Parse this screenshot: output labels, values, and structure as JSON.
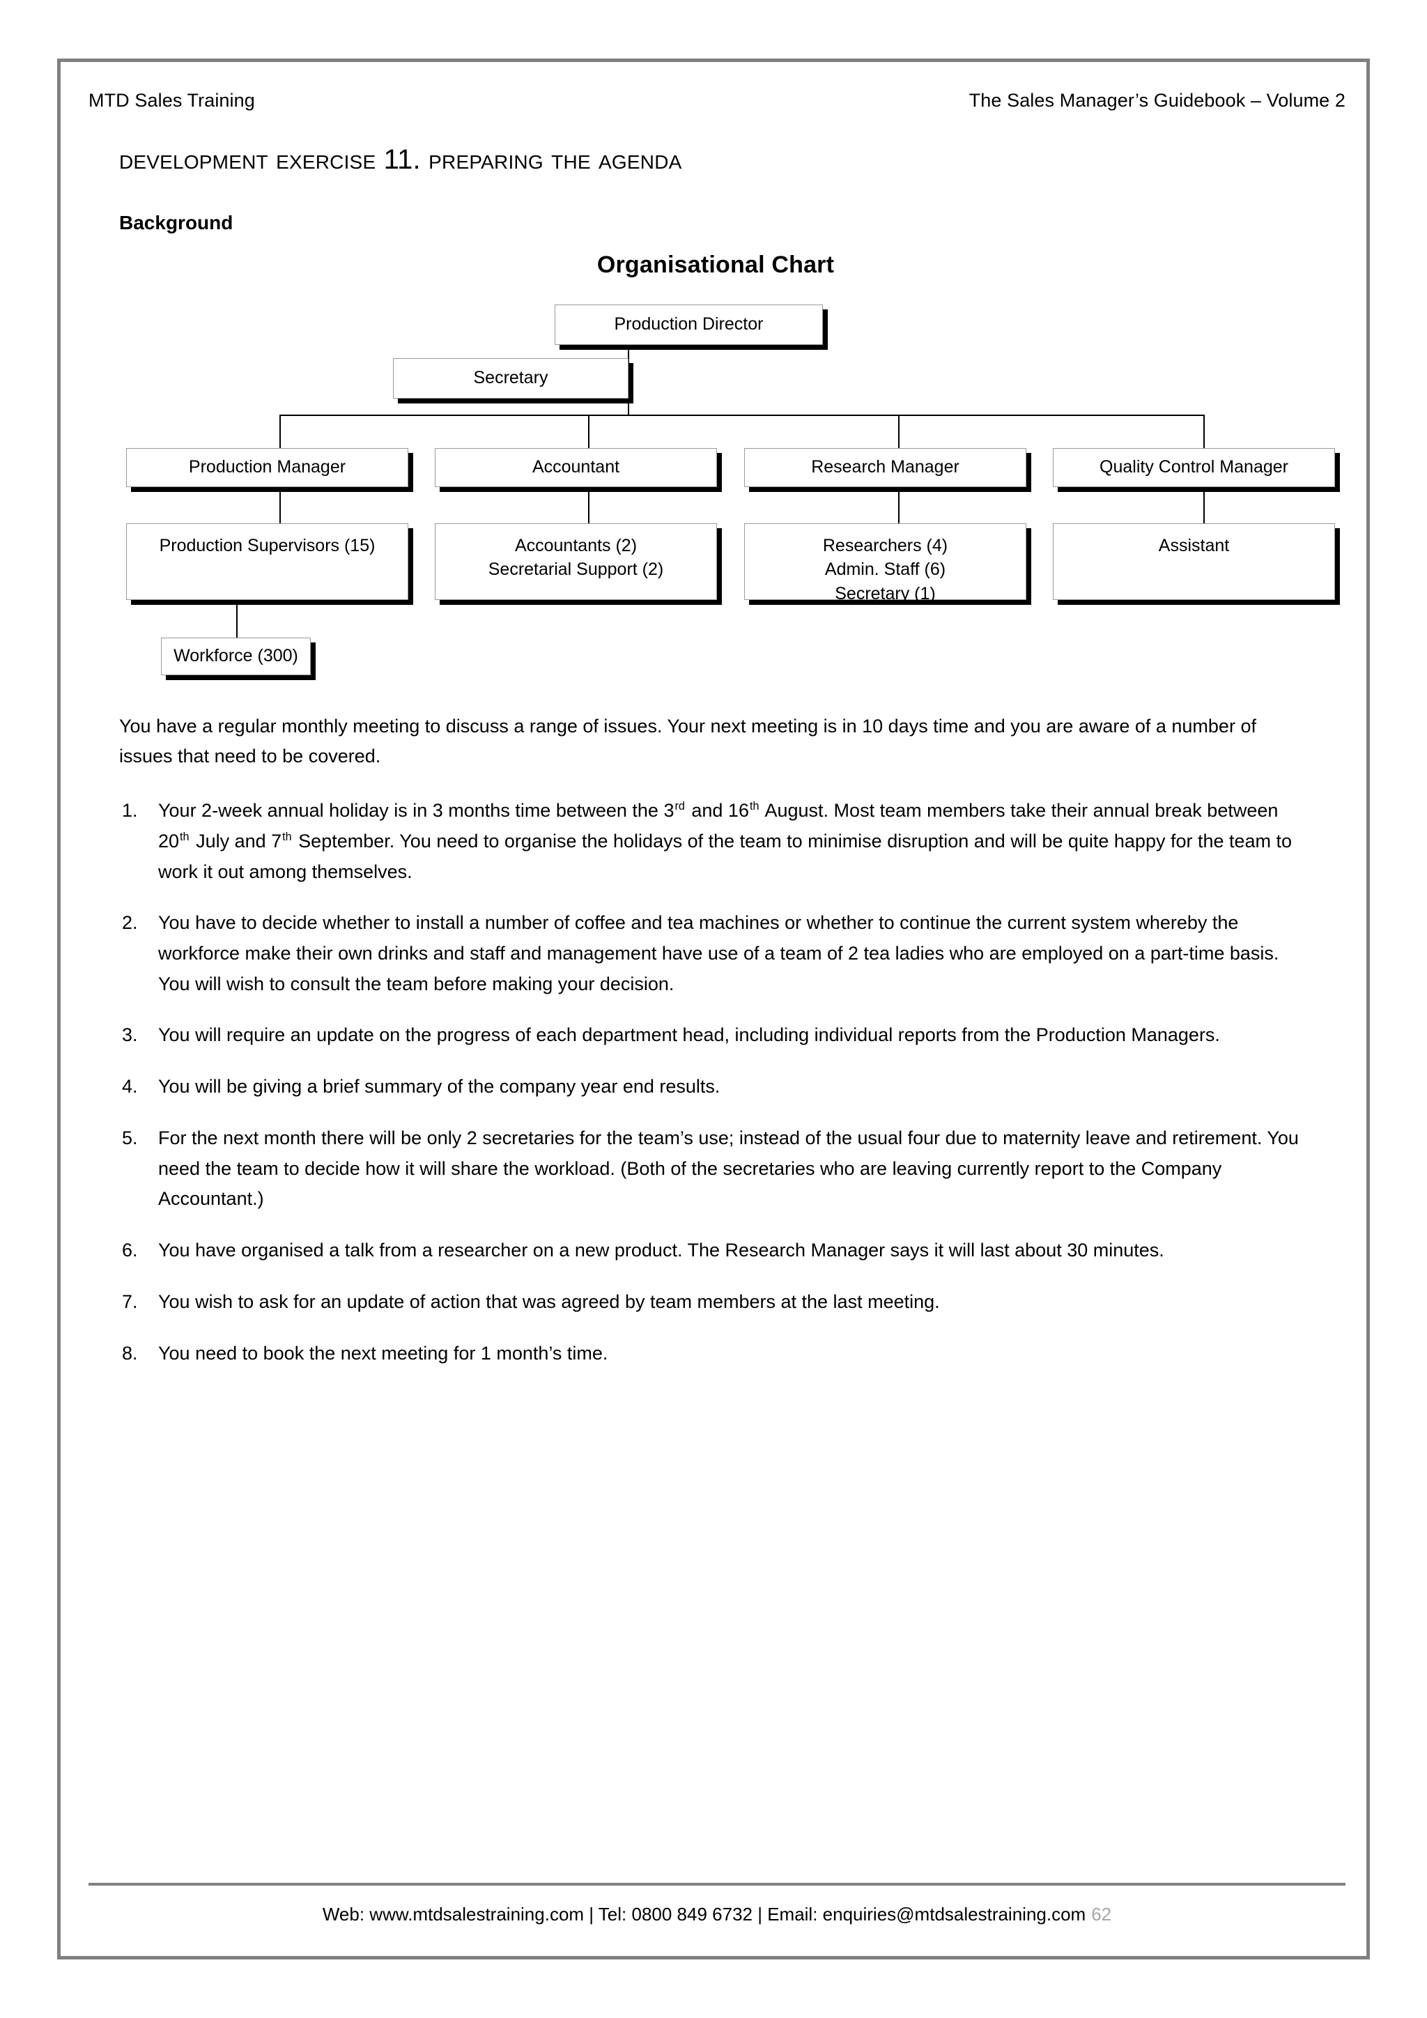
{
  "header": {
    "left": "MTD Sales Training",
    "right": "The Sales Manager’s Guidebook – Volume 2"
  },
  "exercise": {
    "title": "Development exercise 11. Preparing the Agenda",
    "background_heading": "Background"
  },
  "chart_data": {
    "type": "diagram",
    "title": "Organisational Chart",
    "nodes": [
      {
        "id": "production-director",
        "label": "Production Director",
        "level": 0
      },
      {
        "id": "secretary",
        "label": "Secretary",
        "level": 0,
        "role": "staff"
      },
      {
        "id": "production-manager",
        "label": "Production Manager",
        "level": 1
      },
      {
        "id": "accountant",
        "label": "Accountant",
        "level": 1
      },
      {
        "id": "research-manager",
        "label": "Research Manager",
        "level": 1
      },
      {
        "id": "quality-control-manager",
        "label": "Quality Control Manager",
        "level": 1
      },
      {
        "id": "production-supervisors",
        "lines": [
          "Production Supervisors (15)"
        ],
        "level": 2
      },
      {
        "id": "accountants-support",
        "lines": [
          "Accountants (2)",
          "Secretarial Support (2)"
        ],
        "level": 2
      },
      {
        "id": "research-staff",
        "lines": [
          "Researchers (4)",
          "Admin. Staff (6)",
          "Secretary (1)"
        ],
        "level": 2
      },
      {
        "id": "assistant",
        "lines": [
          "Assistant"
        ],
        "level": 2
      },
      {
        "id": "workforce",
        "label": "Workforce (300)",
        "level": 3
      }
    ],
    "edges": [
      {
        "from": "production-director",
        "to": "secretary"
      },
      {
        "from": "production-director",
        "to": "production-manager"
      },
      {
        "from": "production-director",
        "to": "accountant"
      },
      {
        "from": "production-director",
        "to": "research-manager"
      },
      {
        "from": "production-director",
        "to": "quality-control-manager"
      },
      {
        "from": "production-manager",
        "to": "production-supervisors"
      },
      {
        "from": "accountant",
        "to": "accountants-support"
      },
      {
        "from": "research-manager",
        "to": "research-staff"
      },
      {
        "from": "quality-control-manager",
        "to": "assistant"
      },
      {
        "from": "production-supervisors",
        "to": "workforce"
      }
    ]
  },
  "boxes": {
    "production_director": "Production Director",
    "secretary": "Secretary",
    "production_manager": "Production Manager",
    "accountant": "Accountant",
    "research_manager": "Research Manager",
    "quality_control_manager": "Quality Control Manager",
    "production_supervisors": "Production Supervisors (15)",
    "accountants": "Accountants (2)",
    "secretarial_support": "Secretarial Support (2)",
    "researchers": "Researchers (4)",
    "admin_staff": "Admin. Staff (6)",
    "research_secretary": "Secretary (1)",
    "assistant": "Assistant",
    "workforce": "Workforce (300)"
  },
  "intro_paragraph": "You have a regular monthly meeting to discuss a range of issues. Your next meeting is in 10 days time and you are aware of a number of issues that need to be covered.",
  "issues": {
    "item1": {
      "a": "Your 2-week annual holiday is in 3 months time between the 3",
      "sup1": "rd",
      "b": " and 16",
      "sup2": "th",
      "c": " August. Most team members take their annual break between 20",
      "sup3": "th",
      "d": " July and 7",
      "sup4": "th",
      "e": " September. You need to organise the holidays of the team to minimise disruption and will be quite happy for the team to work it out among themselves."
    },
    "item2": "You have to decide whether to install a number of coffee and tea machines or whether to continue the current system whereby the workforce make their own drinks and staff and management have use of a team of 2 tea ladies who are employed on a part-time basis. You will wish to consult the team before making your decision.",
    "item3": "You will require an update on the progress of each department head, including individual reports from the Production Managers.",
    "item4": "You will be giving a brief summary of the company year end results.",
    "item5": "For the next month there will be only 2 secretaries for the team’s use; instead of the usual four due to maternity leave and retirement. You need the team to decide how it will share the workload. (Both of the secretaries who are leaving currently report to the Company Accountant.)",
    "item6": "You have organised a talk from a researcher on a new product. The Research Manager says it will last about 30 minutes.",
    "item7": "You wish to ask for an update of action that was agreed by team members at the last meeting.",
    "item8": "You need to book the next meeting for 1 month’s time."
  },
  "footer": {
    "text": "Web: www.mtdsalestraining.com | Tel: 0800 849 6732 | Email: enquiries@mtdsalestraining.com",
    "page_number": "62"
  },
  "colors": {
    "page_border": "#808080",
    "box_border": "#9a9a9a",
    "box_shadow": "#000000",
    "page_number": "#a6a6a6"
  }
}
